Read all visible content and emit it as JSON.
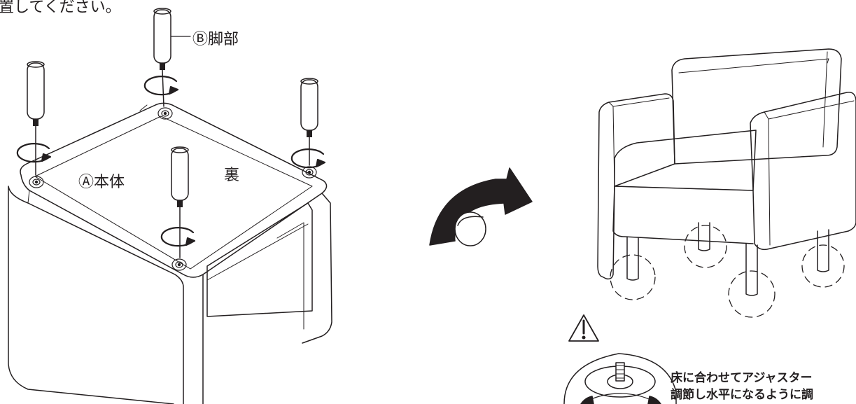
{
  "instructions": {
    "top_text_fragment": "置してください。"
  },
  "labels": {
    "leg": "Ⓑ脚部",
    "body": "Ⓐ本体",
    "back": "裏"
  },
  "note": {
    "line1": "床に合わせてアジャスター",
    "line2": "調節し水平になるように調"
  },
  "icons": {
    "rotate_arrow": "flip-over-arrow-icon",
    "warning": "warning-triangle-icon",
    "turn_arrows": "rotate-arrow-icon"
  }
}
